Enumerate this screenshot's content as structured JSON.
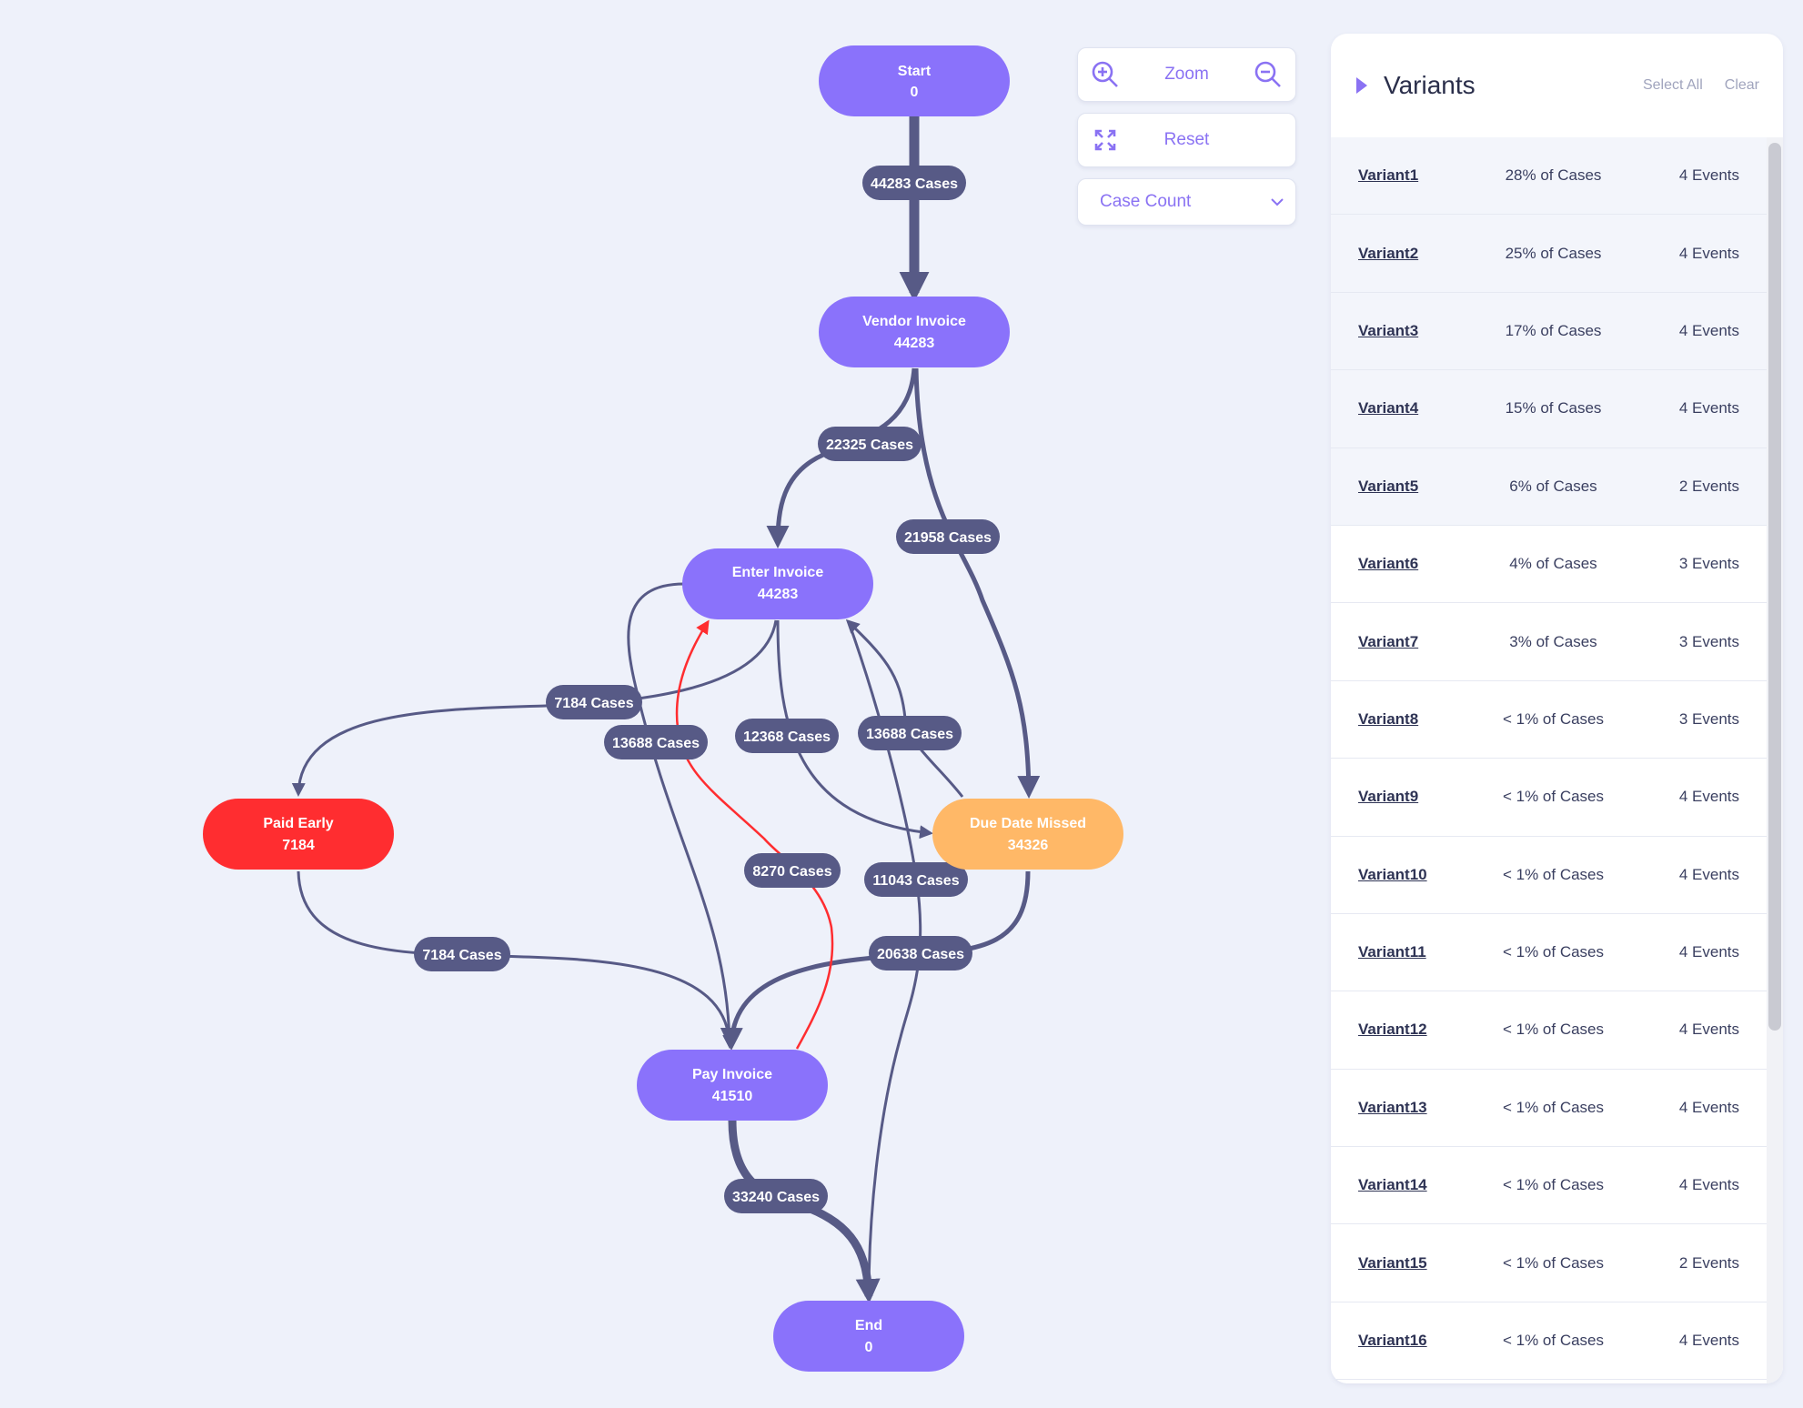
{
  "graph": {
    "nodes": [
      {
        "id": "start",
        "name": "Start",
        "count": "0",
        "color": "#8a72fb"
      },
      {
        "id": "vendor",
        "name": "Vendor Invoice",
        "count": "44283",
        "color": "#8a72fb"
      },
      {
        "id": "enter",
        "name": "Enter Invoice",
        "count": "44283",
        "color": "#8a72fb"
      },
      {
        "id": "paid",
        "name": "Paid Early",
        "count": "7184",
        "color": "#ff2d30"
      },
      {
        "id": "due",
        "name": "Due Date Missed",
        "count": "34326",
        "color": "#ffb867"
      },
      {
        "id": "pay",
        "name": "Pay Invoice",
        "count": "41510",
        "color": "#8a72fb"
      },
      {
        "id": "end",
        "name": "End",
        "count": "0",
        "color": "#8a72fb"
      }
    ],
    "edges": [
      {
        "id": "e1",
        "label": "44283 Cases"
      },
      {
        "id": "e2",
        "label": "22325 Cases"
      },
      {
        "id": "e3",
        "label": "21958 Cases"
      },
      {
        "id": "e4",
        "label": "7184 Cases"
      },
      {
        "id": "e5",
        "label": "13688 Cases"
      },
      {
        "id": "e6",
        "label": "12368 Cases"
      },
      {
        "id": "e7",
        "label": "13688 Cases"
      },
      {
        "id": "e8",
        "label": "8270 Cases"
      },
      {
        "id": "e9",
        "label": "11043 Cases"
      },
      {
        "id": "e10",
        "label": "7184 Cases"
      },
      {
        "id": "e11",
        "label": "20638 Cases"
      },
      {
        "id": "e12",
        "label": "33240 Cases"
      }
    ],
    "edge_color": "#575a86",
    "highlight_color": "#ff2d30"
  },
  "controls": {
    "zoom_label": "Zoom",
    "reset_label": "Reset",
    "metric_select": "Case Count",
    "accent": "#8a72f3"
  },
  "variants_panel": {
    "title": "Variants",
    "select_all": "Select All",
    "clear": "Clear",
    "rows": [
      {
        "name": "Variant1",
        "share": "28% of Cases",
        "events": "4 Events"
      },
      {
        "name": "Variant2",
        "share": "25% of Cases",
        "events": "4 Events"
      },
      {
        "name": "Variant3",
        "share": "17% of Cases",
        "events": "4 Events"
      },
      {
        "name": "Variant4",
        "share": "15% of Cases",
        "events": "4 Events"
      },
      {
        "name": "Variant5",
        "share": "6% of Cases",
        "events": "2 Events"
      },
      {
        "name": "Variant6",
        "share": "4% of Cases",
        "events": "3 Events"
      },
      {
        "name": "Variant7",
        "share": "3% of Cases",
        "events": "3 Events"
      },
      {
        "name": "Variant8",
        "share": "< 1% of Cases",
        "events": "3 Events"
      },
      {
        "name": "Variant9",
        "share": "< 1% of Cases",
        "events": "4 Events"
      },
      {
        "name": "Variant10",
        "share": "< 1% of Cases",
        "events": "4 Events"
      },
      {
        "name": "Variant11",
        "share": "< 1% of Cases",
        "events": "4 Events"
      },
      {
        "name": "Variant12",
        "share": "< 1% of Cases",
        "events": "4 Events"
      },
      {
        "name": "Variant13",
        "share": "< 1% of Cases",
        "events": "4 Events"
      },
      {
        "name": "Variant14",
        "share": "< 1% of Cases",
        "events": "4 Events"
      },
      {
        "name": "Variant15",
        "share": "< 1% of Cases",
        "events": "2 Events"
      },
      {
        "name": "Variant16",
        "share": "< 1% of Cases",
        "events": "4 Events"
      }
    ]
  }
}
